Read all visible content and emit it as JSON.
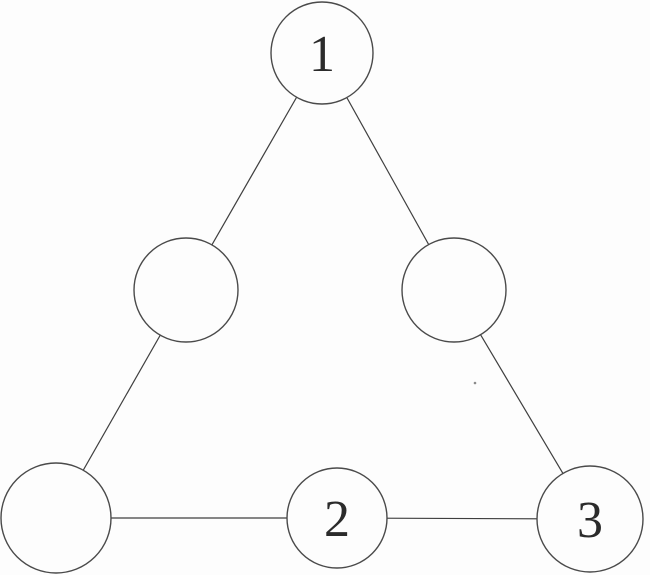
{
  "diagram": {
    "background_color": "#fdfdfd",
    "ink_color": "#3f3f3f",
    "label_color": "#2b2b2b",
    "nodes": [
      {
        "position": "top",
        "label": "1"
      },
      {
        "position": "middle-left",
        "label": ""
      },
      {
        "position": "middle-right",
        "label": ""
      },
      {
        "position": "bottom-left",
        "label": ""
      },
      {
        "position": "bottom-middle",
        "label": "2"
      },
      {
        "position": "bottom-right",
        "label": "3"
      }
    ],
    "edges": [
      {
        "from": "top",
        "to": "middle-left"
      },
      {
        "from": "top",
        "to": "middle-right"
      },
      {
        "from": "middle-left",
        "to": "bottom-left"
      },
      {
        "from": "middle-right",
        "to": "bottom-right"
      },
      {
        "from": "bottom-left",
        "to": "bottom-middle"
      },
      {
        "from": "bottom-middle",
        "to": "bottom-right"
      }
    ]
  }
}
